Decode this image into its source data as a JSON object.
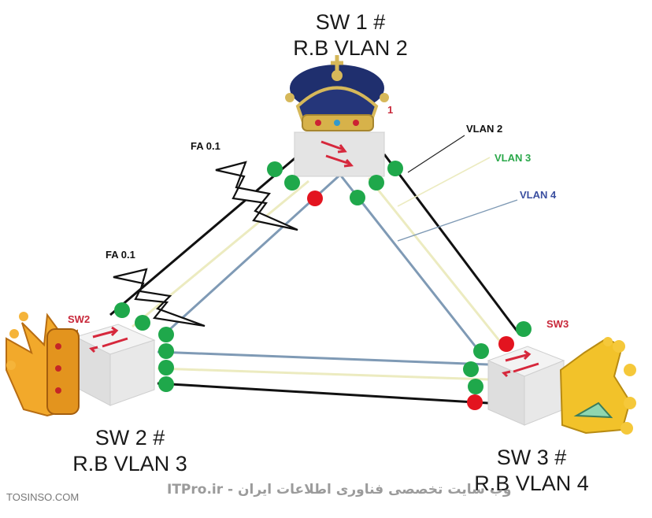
{
  "switches": [
    {
      "tag": "",
      "title_line1": "SW 1 #",
      "title_line2": "R.B VLAN 2",
      "crown": "royal-crown-blue"
    },
    {
      "tag": "SW2",
      "title_line1": "SW 2 #",
      "title_line2": "R.B VLAN 3",
      "crown": "gold-crown"
    },
    {
      "tag": "SW3",
      "title_line1": "SW 3 #",
      "title_line2": "R.B VLAN 4",
      "crown": "gold-crown"
    }
  ],
  "sw1_tag_fragment": "1",
  "vlans": [
    {
      "name": "VLAN 2",
      "color": "#111111"
    },
    {
      "name": "VLAN 3",
      "color": "#2aa84a"
    },
    {
      "name": "VLAN 4",
      "color": "#3b4fa0"
    }
  ],
  "link_colors": {
    "vlan2": "#111111",
    "vlan3": "#ecebc0",
    "vlan4": "#7f9ab5"
  },
  "port_colors": {
    "forwarding": "#1fa84b",
    "blocking": "#e3141f"
  },
  "fa_labels": [
    "FA 0.1",
    "FA 0.1"
  ],
  "watermark_left": "TOSINSO.COM",
  "watermark_right": "ITPro.ir - وب سایت تخصصی فناوری اطلاعات ایران"
}
